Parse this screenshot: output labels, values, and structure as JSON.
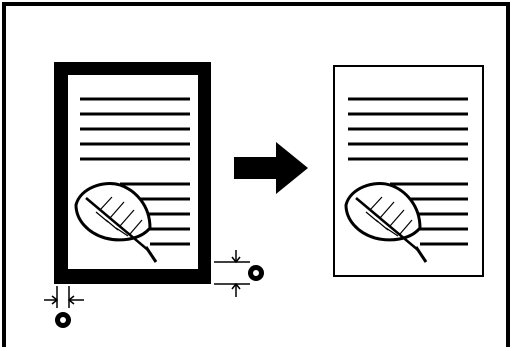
{
  "diagram": {
    "description_tags": [
      "frame",
      "document-before",
      "arrow",
      "document-after"
    ],
    "callouts": {
      "left_margin_marker": "●",
      "bottom_margin_marker": "●"
    },
    "colors": {
      "ink": "#000000",
      "paper": "#ffffff"
    }
  }
}
